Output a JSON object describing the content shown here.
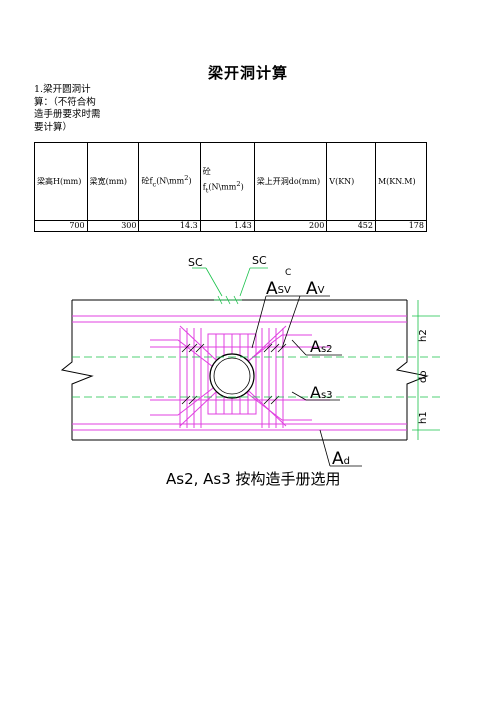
{
  "title": "梁开洞计算",
  "note": "1.梁开圆洞计算：（不符合构造手册要求时需要计算）",
  "table": {
    "headers": {
      "h": "梁高H(mm)",
      "b": "梁宽(mm)",
      "fc_prefix": "砼f",
      "fc_sub": "c",
      "fc_unit": "(N\\mm",
      "ft_prefix": "砼",
      "ft_letter": "f",
      "ft_sub": "t",
      "ft_unit": "(N\\mm",
      "sq": "2",
      "close": ")",
      "d0": "梁上开洞do(mm)",
      "v": "V(KN)",
      "m": "M(KN.M)"
    },
    "values": {
      "h": "700",
      "b": "300",
      "fc": "14.3",
      "ft": "1.43",
      "d0": "200",
      "v": "452",
      "m": "178"
    }
  },
  "diagram": {
    "label_sc1": "SC",
    "label_sc2": "SC",
    "label_c": "C",
    "label_asv_main": "A",
    "label_asv_sub": "SV",
    "label_av_main": "A",
    "label_av_sub": "V",
    "label_as2_main": "A",
    "label_as2_sub": "s2",
    "label_as3_main": "A",
    "label_as3_sub": "s3",
    "label_ad_main": "A",
    "label_ad_sub": "d",
    "dim_h2": "h2",
    "dim_do": "do",
    "dim_h1": "h1",
    "caption": "As2, As3 按构造手册选用",
    "colors": {
      "rebar": "#e040e0",
      "line": "#000000",
      "dim": "#19c24a"
    }
  }
}
